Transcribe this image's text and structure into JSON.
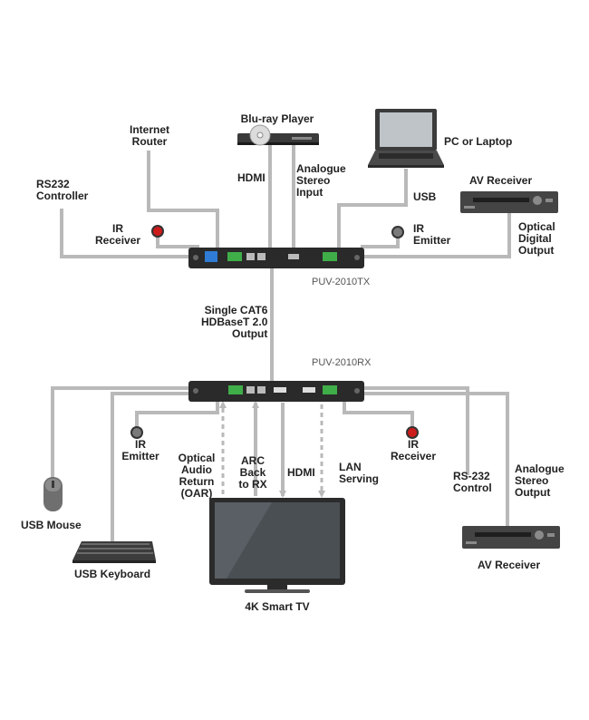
{
  "labels": {
    "blu_ray": "Blu-ray Player",
    "internet_router": "Internet\nRouter",
    "pc_laptop": "PC or Laptop",
    "rs232_controller": "RS232\nController",
    "av_receiver_top": "AV Receiver",
    "hdmi_top": "HDMI",
    "analogue_stereo_input": "Analogue\nStereo\nInput",
    "usb_top": "USB",
    "ir_receiver_top": "IR\nReceiver",
    "ir_emitter_top": "IR\nEmitter",
    "optical_digital_output": "Optical\nDigital\nOutput",
    "tx_model": "PUV-2010TX",
    "cat6": "Single CAT6\nHDBaseT 2.0\nOutput",
    "rx_model": "PUV-2010RX",
    "ir_emitter_bottom": "IR\nEmitter",
    "oar": "Optical\nAudio\nReturn\n(OAR)",
    "arc": "ARC\nBack\nto RX",
    "hdmi_bottom": "HDMI",
    "lan_serving": "LAN\nServing",
    "ir_receiver_bottom": "IR\nReceiver",
    "rs232_control": "RS-232\nControl",
    "analogue_stereo_output": "Analogue\nStereo\nOutput",
    "usb_mouse": "USB Mouse",
    "usb_keyboard": "USB Keyboard",
    "smart_tv": "4K Smart TV",
    "av_receiver_bottom": "AV Receiver"
  },
  "colors": {
    "wire": "#b9b9b9",
    "device_dark": "#2a2a2a",
    "ir_red": "#cc1b1b",
    "terminal_green": "#3fae49",
    "port_blue": "#2f7bd6"
  }
}
